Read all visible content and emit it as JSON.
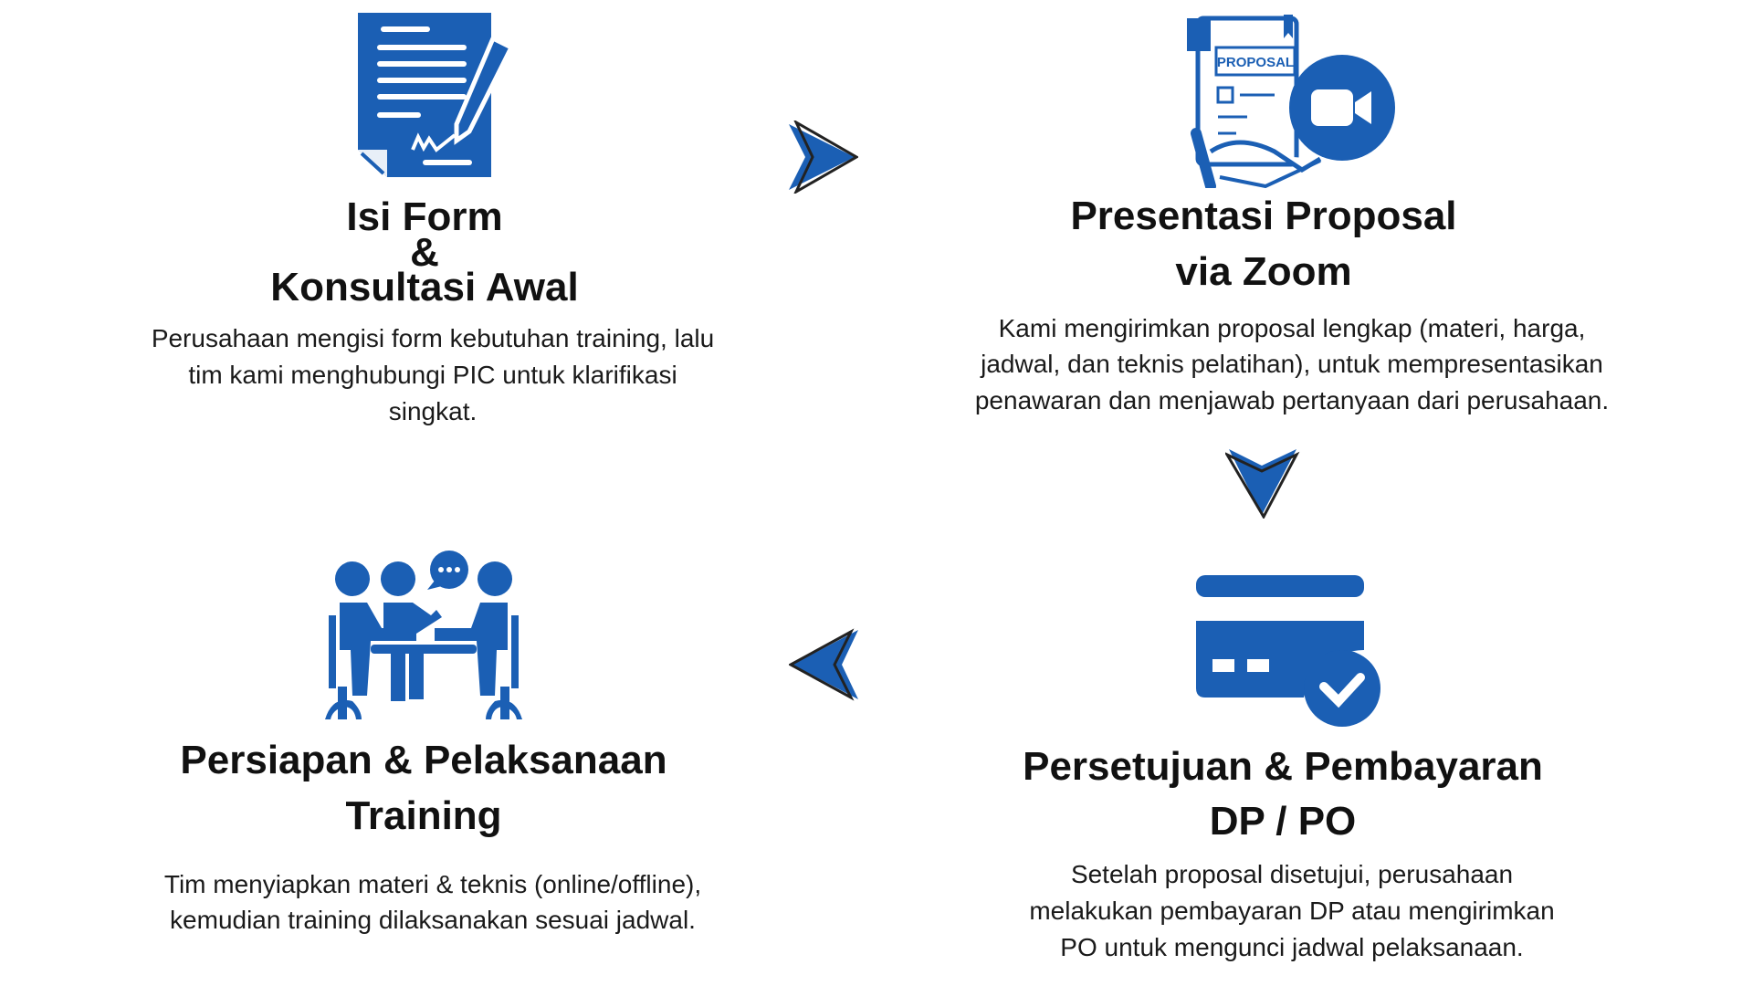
{
  "colors": {
    "accent": "#1b5fb4",
    "text": "#111111"
  },
  "steps": [
    {
      "icon": "form-sign-icon",
      "title_lines": [
        "Isi Form",
        "&",
        "Konsultasi Awal"
      ],
      "desc_lines": [
        "Perusahaan mengisi form kebutuhan training, lalu",
        "tim kami menghubungi PIC untuk klarifikasi",
        "singkat."
      ]
    },
    {
      "icon": "proposal-zoom-icon",
      "icon_label": "PROPOSAL",
      "title_lines": [
        "Presentasi Proposal",
        "via Zoom"
      ],
      "desc_lines": [
        "Kami mengirimkan proposal lengkap (materi, harga,",
        "jadwal, dan teknis pelatihan), untuk mempresentasikan",
        "penawaran dan menjawab pertanyaan dari perusahaan."
      ]
    },
    {
      "icon": "payment-card-check-icon",
      "title_lines": [
        "Persetujuan & Pembayaran",
        "DP / PO"
      ],
      "desc_lines": [
        "Setelah proposal disetujui, perusahaan",
        "melakukan pembayaran DP atau mengirimkan",
        "PO untuk mengunci jadwal pelaksanaan."
      ]
    },
    {
      "icon": "meeting-team-icon",
      "title_lines": [
        "Persiapan & Pelaksanaan",
        "Training"
      ],
      "desc_lines": [
        "Tim menyiapkan materi & teknis (online/offline),",
        "kemudian training dilaksanakan sesuai jadwal."
      ]
    }
  ]
}
